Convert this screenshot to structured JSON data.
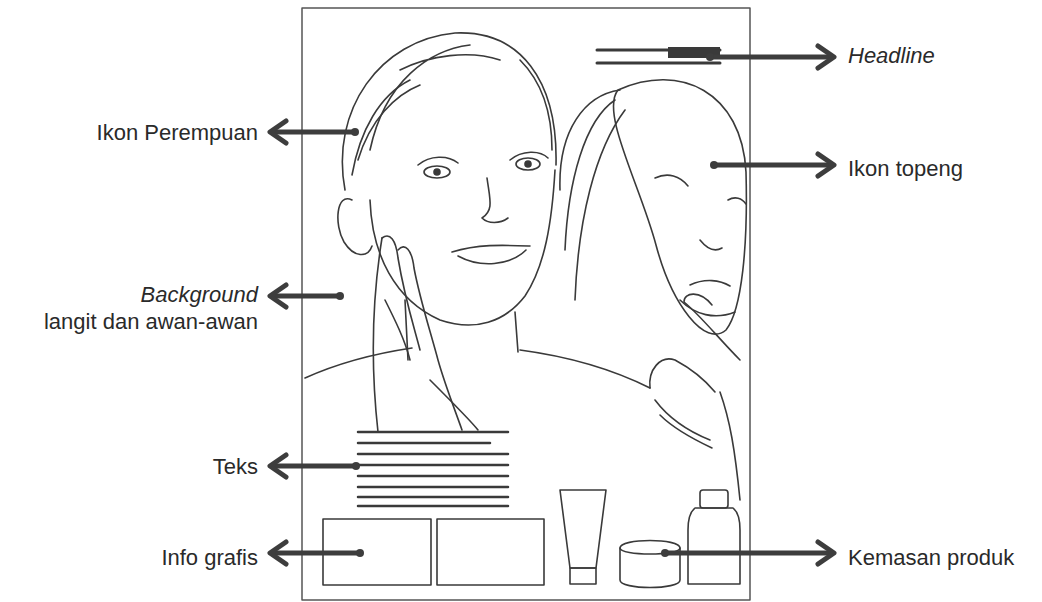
{
  "diagram": {
    "labels": [
      "Headline",
      "Ikon Perempuan",
      "Ikon topeng",
      "Background langit dan awan-awan",
      "Teks",
      "Info grafis",
      "Kemasan produk"
    ]
  }
}
